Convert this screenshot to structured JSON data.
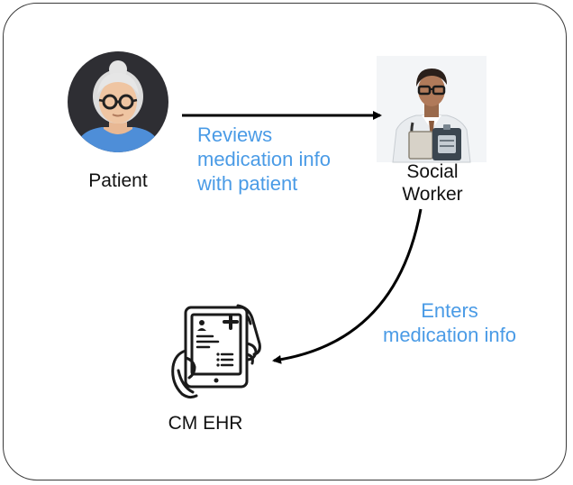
{
  "nodes": {
    "patient": {
      "label": "Patient",
      "icon": "elderly-woman-avatar-icon"
    },
    "social_worker": {
      "label": "Social\nWorker",
      "icon": "social-worker-doctor-icon"
    },
    "ehr": {
      "label": "CM EHR",
      "icon": "hand-holding-tablet-record-icon"
    }
  },
  "edges": [
    {
      "from": "Patient",
      "to": "Social Worker",
      "label": "Reviews\nmedication info\nwith patient"
    },
    {
      "from": "Social Worker",
      "to": "CM EHR",
      "label": "Enters\nmedication info"
    }
  ],
  "colors": {
    "edge_label": "#4a9be6",
    "arrow": "#000000",
    "frame": "#3a3a3a"
  }
}
